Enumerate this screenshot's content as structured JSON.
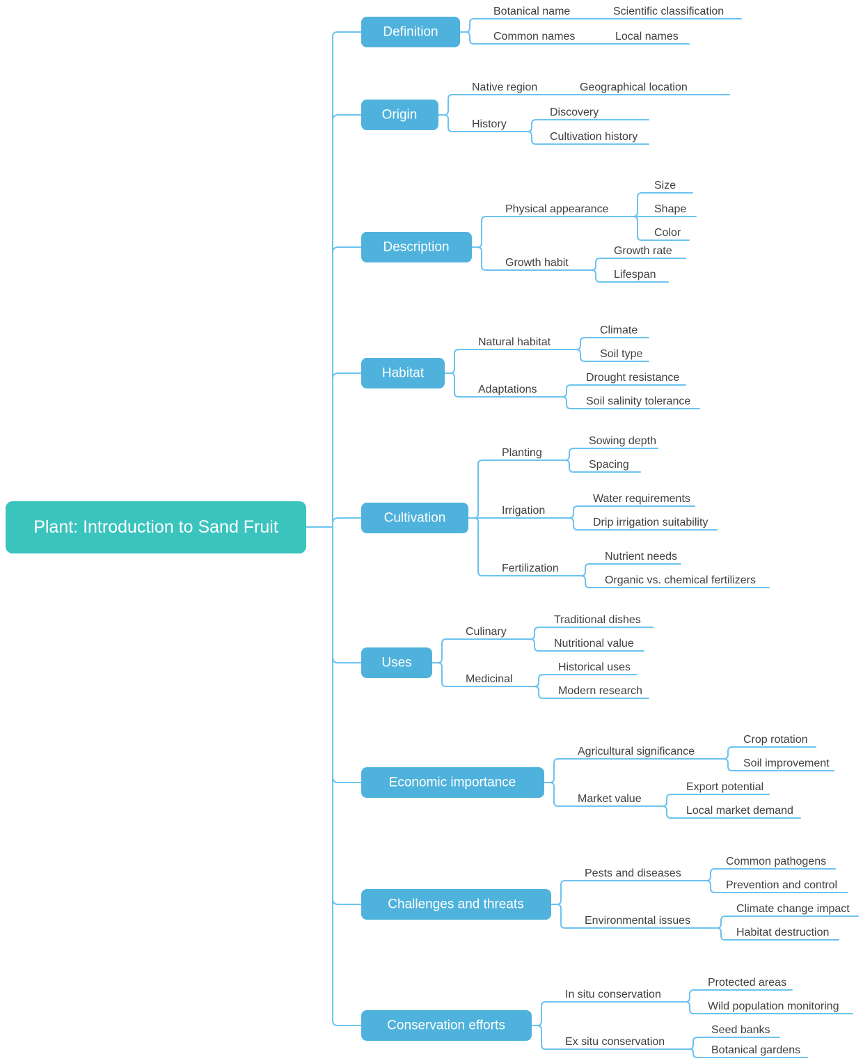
{
  "root": {
    "label": "Plant: Introduction to Sand Fruit"
  },
  "colors": {
    "root_fill": "#3BC3BE",
    "branch_fill": "#4FB2DC",
    "connector": "#6CC3EF",
    "label_text": "#404040",
    "node_text": "#FFFFFF",
    "background": "#FFFFFF"
  },
  "branches": [
    {
      "label": "Definition",
      "children": [
        {
          "label": "Botanical name",
          "children": [
            {
              "label": "Scientific classification"
            }
          ]
        },
        {
          "label": "Common names",
          "children": [
            {
              "label": "Local names"
            }
          ]
        }
      ]
    },
    {
      "label": "Origin",
      "children": [
        {
          "label": "Native region",
          "children": [
            {
              "label": "Geographical location"
            }
          ]
        },
        {
          "label": "History",
          "children": [
            {
              "label": "Discovery"
            },
            {
              "label": "Cultivation history"
            }
          ]
        }
      ]
    },
    {
      "label": "Description",
      "children": [
        {
          "label": "Physical appearance",
          "children": [
            {
              "label": "Size"
            },
            {
              "label": "Shape"
            },
            {
              "label": "Color"
            }
          ]
        },
        {
          "label": "Growth habit",
          "children": [
            {
              "label": "Growth rate"
            },
            {
              "label": "Lifespan"
            }
          ]
        }
      ]
    },
    {
      "label": "Habitat",
      "children": [
        {
          "label": "Natural habitat",
          "children": [
            {
              "label": "Climate"
            },
            {
              "label": "Soil type"
            }
          ]
        },
        {
          "label": "Adaptations",
          "children": [
            {
              "label": "Drought resistance"
            },
            {
              "label": "Soil salinity tolerance"
            }
          ]
        }
      ]
    },
    {
      "label": "Cultivation",
      "children": [
        {
          "label": "Planting",
          "children": [
            {
              "label": "Sowing depth"
            },
            {
              "label": "Spacing"
            }
          ]
        },
        {
          "label": "Irrigation",
          "children": [
            {
              "label": "Water requirements"
            },
            {
              "label": "Drip irrigation suitability"
            }
          ]
        },
        {
          "label": "Fertilization",
          "children": [
            {
              "label": "Nutrient needs"
            },
            {
              "label": "Organic vs. chemical fertilizers"
            }
          ]
        }
      ]
    },
    {
      "label": "Uses",
      "children": [
        {
          "label": "Culinary",
          "children": [
            {
              "label": "Traditional dishes"
            },
            {
              "label": "Nutritional value"
            }
          ]
        },
        {
          "label": "Medicinal",
          "children": [
            {
              "label": "Historical uses"
            },
            {
              "label": "Modern research"
            }
          ]
        }
      ]
    },
    {
      "label": "Economic importance",
      "children": [
        {
          "label": "Agricultural significance",
          "children": [
            {
              "label": "Crop rotation"
            },
            {
              "label": "Soil improvement"
            }
          ]
        },
        {
          "label": "Market value",
          "children": [
            {
              "label": "Export potential"
            },
            {
              "label": "Local market demand"
            }
          ]
        }
      ]
    },
    {
      "label": "Challenges and threats",
      "children": [
        {
          "label": "Pests and diseases",
          "children": [
            {
              "label": "Common pathogens"
            },
            {
              "label": "Prevention and control"
            }
          ]
        },
        {
          "label": "Environmental issues",
          "children": [
            {
              "label": "Climate change impact"
            },
            {
              "label": "Habitat destruction"
            }
          ]
        }
      ]
    },
    {
      "label": "Conservation efforts",
      "children": [
        {
          "label": "In situ conservation",
          "children": [
            {
              "label": "Protected areas"
            },
            {
              "label": "Wild population monitoring"
            }
          ]
        },
        {
          "label": "Ex situ conservation",
          "children": [
            {
              "label": "Seed banks"
            },
            {
              "label": "Botanical gardens"
            }
          ]
        }
      ]
    }
  ]
}
